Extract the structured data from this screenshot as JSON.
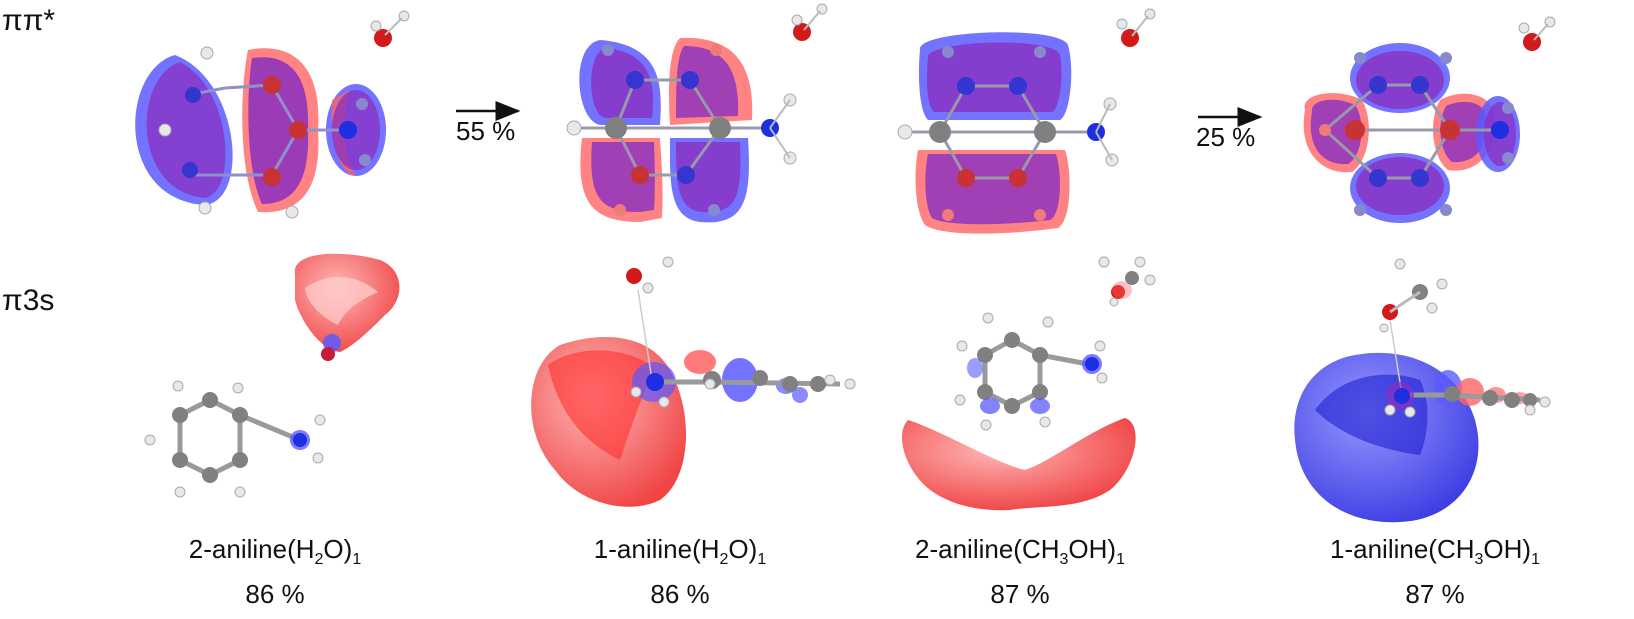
{
  "rows": {
    "top": "ππ*",
    "bottom": "π3s"
  },
  "arrows": [
    {
      "label": "55 %"
    },
    {
      "label": "25 %"
    }
  ],
  "captions": [
    {
      "base": "2-aniline(H",
      "sub1": "2",
      "mid": "O)",
      "sub2": "1",
      "value": "86 %"
    },
    {
      "base": "1-aniline(H",
      "sub1": "2",
      "mid": "O)",
      "sub2": "1",
      "value": "86 %"
    },
    {
      "base": "2-aniline(CH",
      "sub1": "3",
      "mid": "OH)",
      "sub2": "1",
      "value": "87 %"
    },
    {
      "base": "1-aniline(CH",
      "sub1": "3",
      "mid": "OH)",
      "sub2": "1",
      "value": "87 %"
    }
  ],
  "colors": {
    "lobe_blue": "#5a5aff",
    "lobe_red": "#ff6464",
    "overlap_purple": "#8a2fc0",
    "carbon": "#808080",
    "hydrogen": "#e8e8e8",
    "nitrogen": "#1d2fe0",
    "oxygen": "#d21a1a"
  }
}
